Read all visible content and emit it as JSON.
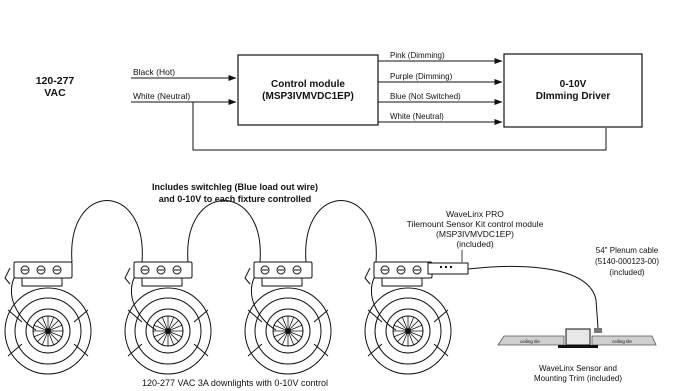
{
  "wiring": {
    "source_line1": "120-277",
    "source_line2": "VAC",
    "input_hot": "Black (Hot)",
    "input_neutral": "White (Neutral)",
    "control_module_line1": "Control module",
    "control_module_line2": "(MSP3IVMVDC1EP)",
    "output_1": "Pink (Dimming)",
    "output_2": "Purple (Dimming)",
    "output_3": "Blue (Not Switched)",
    "output_4": "White (Neutral)",
    "driver_line1": "0-10V",
    "driver_line2": "DImming Driver"
  },
  "installation": {
    "switchleg_line1": "Includes switchleg (Blue load out wire)",
    "switchleg_line2": "and 0-10V to each fixture controlled",
    "module_line1": "WaveLinx PRO",
    "module_line2": "Tilemount Sensor Kit control module",
    "module_line3": "(MSP3IVMVDC1EP)",
    "module_line4": "(included)",
    "cable_line1": "54\" Plenum cable",
    "cable_line2": "(5140-000123-00)",
    "cable_line3": "(included)",
    "ceiling_tile_left": "ceiling tile",
    "ceiling_tile_right": "ceiling tile",
    "sensor_line1": "WaveLinx Sensor and",
    "sensor_line2": "Mounting Trim (included)",
    "downlights_caption": "120-277 VAC 3A downlights with 0-10V control"
  }
}
